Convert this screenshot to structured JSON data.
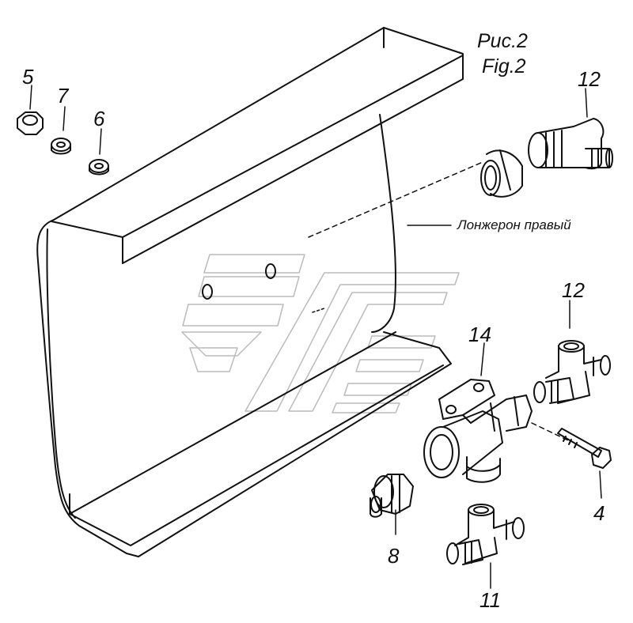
{
  "figure": {
    "title_ru": "Рис.2",
    "title_en": "Fig.2",
    "callout": "Лонжерон правый"
  },
  "parts": {
    "p5": "5",
    "p7": "7",
    "p6": "6",
    "p12a": "12",
    "p12b": "12",
    "p14": "14",
    "p4": "4",
    "p8": "8",
    "p11": "11"
  }
}
